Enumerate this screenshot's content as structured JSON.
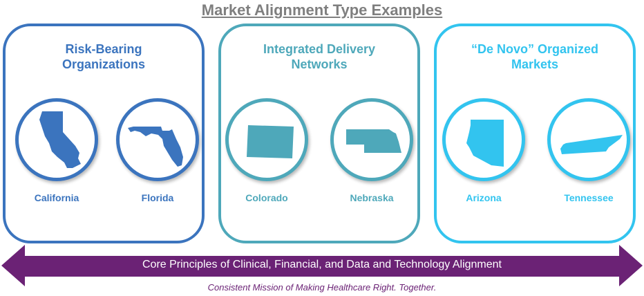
{
  "title": "Market Alignment Type Examples",
  "colors": {
    "title": "#7f7f7f",
    "risk": "#3b74be",
    "integrated": "#4ea8ba",
    "denovo": "#32c4ef",
    "arrow": "#6b2275",
    "mission": "#6b2275"
  },
  "panels": [
    {
      "title": "Risk-Bearing\nOrganizations",
      "states": [
        {
          "name": "California",
          "icon": "california-map-icon"
        },
        {
          "name": "Florida",
          "icon": "florida-map-icon"
        }
      ]
    },
    {
      "title": "Integrated Delivery\nNetworks",
      "states": [
        {
          "name": "Colorado",
          "icon": "colorado-map-icon"
        },
        {
          "name": "Nebraska",
          "icon": "nebraska-map-icon"
        }
      ]
    },
    {
      "title": "“De Novo” Organized\nMarkets",
      "states": [
        {
          "name": "Arizona",
          "icon": "arizona-map-icon"
        },
        {
          "name": "Tennessee",
          "icon": "tennessee-map-icon"
        }
      ]
    }
  ],
  "arrow_text": "Core Principles of Clinical, Financial, and Data and Technology Alignment",
  "mission": "Consistent Mission of Making Healthcare Right. Together."
}
